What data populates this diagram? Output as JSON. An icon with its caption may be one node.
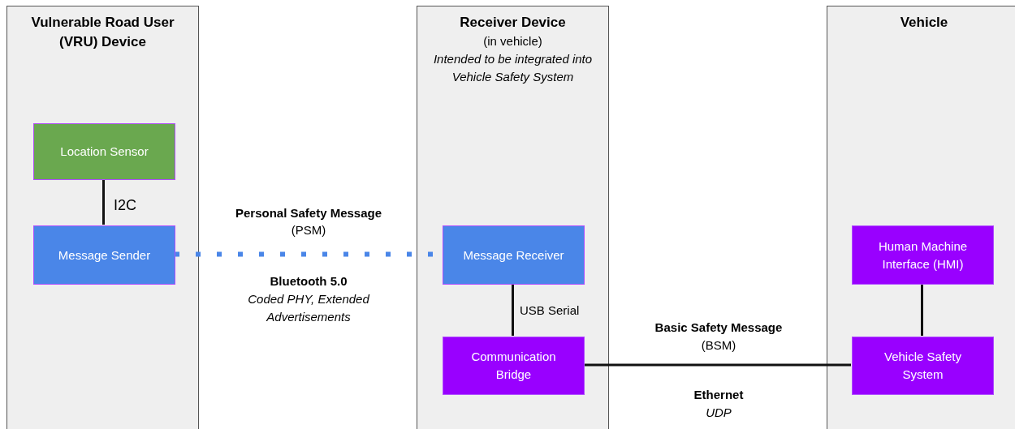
{
  "diagram": {
    "nodes": [
      {
        "text": [
          "Vulnerable Road User (VRU) Device"
        ]
      },
      {
        "text": [
          "Location Sensor"
        ],
        "in": 0
      },
      {
        "text": [
          "Message Sender"
        ],
        "in": 0
      },
      {
        "text": [
          "Receiver Device",
          "(in vehicle)",
          "Intended to be integrated into Vehicle Safety System"
        ]
      },
      {
        "text": [
          "Message Receiver"
        ],
        "in": 3
      },
      {
        "text": [
          "Communication Bridge"
        ],
        "in": 3
      },
      {
        "text": [
          "Vehicle"
        ]
      },
      {
        "text": [
          "Human Machine Interface (HMI)"
        ],
        "in": 6
      },
      {
        "text": [
          "Vehicle Safety System"
        ],
        "in": 6
      }
    ],
    "edges": [
      {
        "from": 1,
        "to": 2,
        "arrow": "none",
        "label": "I2C"
      },
      {
        "from": 2,
        "to": 4,
        "arrow": "none",
        "label": "Personal Safety Message",
        "style": "dashed",
        "color": "#4a86e8"
      },
      {
        "from": 4,
        "to": 5,
        "arrow": "none",
        "label": "USB Serial"
      },
      {
        "from": 5,
        "to": 8,
        "arrow": "none",
        "label": "Basic Safety Message"
      },
      {
        "from": 7,
        "to": 8,
        "arrow": "none"
      }
    ],
    "labels": [
      "(PSM)",
      "Bluetooth 5.0",
      "Coded PHY, Extended Advertisements",
      "(BSM)",
      "Ethernet",
      "UDP"
    ]
  }
}
